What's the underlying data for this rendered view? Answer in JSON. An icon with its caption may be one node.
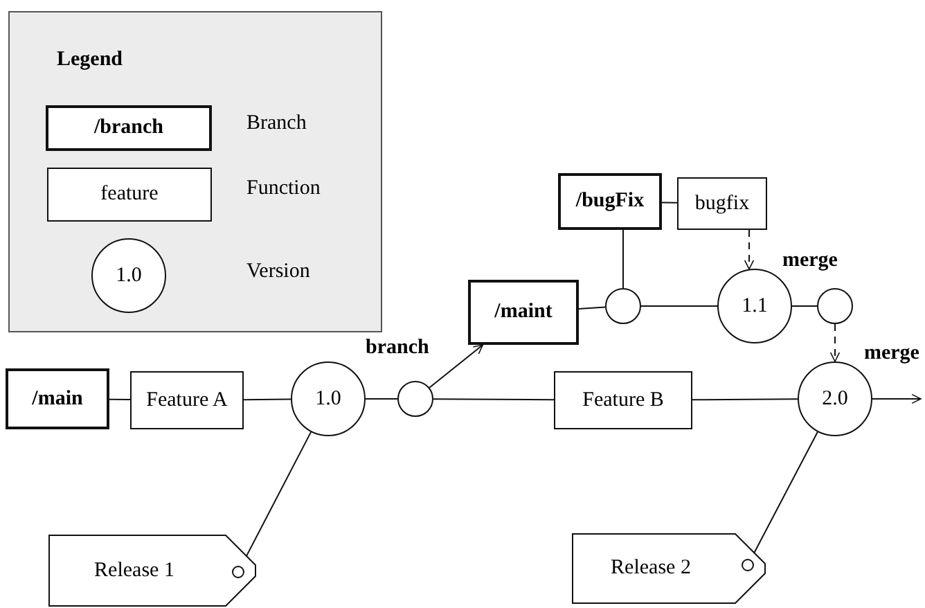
{
  "diagram": {
    "nodes": [
      {
        "text": [
          "Legend"
        ]
      },
      {
        "text": [
          "/branch"
        ],
        "in": 0,
        "beside": [
          "Branch"
        ]
      },
      {
        "text": [
          "feature"
        ],
        "in": 0,
        "beside": [
          "Function"
        ]
      },
      {
        "text": [
          "1.0"
        ],
        "in": 0,
        "beside": [
          "Version"
        ]
      },
      {
        "text": [
          "/bugFix"
        ]
      },
      {
        "text": [
          "bugfix"
        ]
      },
      {
        "text": [
          "/maint"
        ]
      },
      {
        "text": [],
        "shape": "circle"
      },
      {
        "text": [
          "1.1"
        ]
      },
      {
        "text": [],
        "shape": "circle"
      },
      {
        "text": [
          "/main"
        ]
      },
      {
        "text": [
          "Feature A"
        ]
      },
      {
        "text": [
          "1.0"
        ]
      },
      {
        "text": [],
        "shape": "circle"
      },
      {
        "text": [
          "Feature B"
        ]
      },
      {
        "text": [
          "2.0"
        ]
      },
      {
        "text": [
          "Release 1"
        ]
      },
      {
        "text": [
          "Release 2"
        ]
      }
    ],
    "edges": [
      {
        "from": 4,
        "to": 5,
        "arrow": "none"
      },
      {
        "from": 4,
        "to": 7,
        "arrow": "none"
      },
      {
        "from": 5,
        "to": 8,
        "arrow": "to",
        "label": "merge",
        "style": "dashed"
      },
      {
        "from": 6,
        "to": 7,
        "arrow": "none"
      },
      {
        "from": 7,
        "to": 8,
        "arrow": "none"
      },
      {
        "from": 8,
        "to": 9,
        "arrow": "none"
      },
      {
        "from": 9,
        "to": 15,
        "arrow": "to",
        "label": "merge",
        "style": "dashed"
      },
      {
        "from": 10,
        "to": 11,
        "arrow": "none"
      },
      {
        "from": 11,
        "to": 12,
        "arrow": "none"
      },
      {
        "from": 12,
        "to": 13,
        "arrow": "none"
      },
      {
        "from": 13,
        "to": 6,
        "arrow": "to",
        "label": "branch"
      },
      {
        "from": 13,
        "to": 14,
        "arrow": "none"
      },
      {
        "from": 14,
        "to": 15,
        "arrow": "none"
      },
      {
        "from": 15,
        "to": null,
        "arrow": "to"
      },
      {
        "from": 16,
        "to": 12,
        "arrow": "none"
      },
      {
        "from": 17,
        "to": 15,
        "arrow": "none"
      }
    ]
  }
}
